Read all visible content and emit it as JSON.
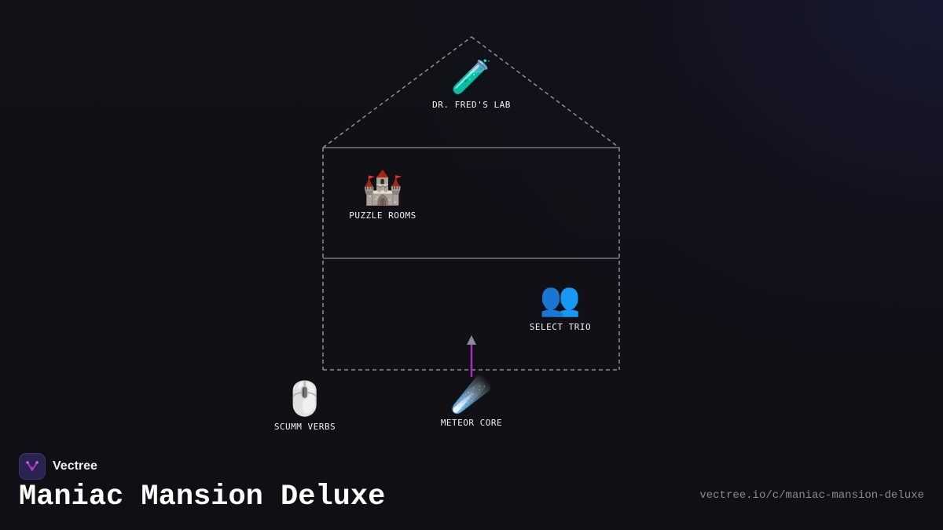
{
  "brand": {
    "name": "Vectree",
    "logo_icon": "vectree-tree-logo-icon",
    "accent_color": "#b23bc9"
  },
  "title": "Maniac Mansion Deluxe",
  "url": "vectree.io/c/maniac-mansion-deluxe",
  "colors": {
    "background": "#101016",
    "outline": "#8e8e96",
    "connector": "#b026c4",
    "arrow_head": "#8a8a92",
    "label": "#f2f2f2"
  },
  "nodes": [
    {
      "id": "lab",
      "label": "DR. FRED'S LAB",
      "icon": "test-tube-icon",
      "glyph": "🧪"
    },
    {
      "id": "puzzle",
      "label": "PUZZLE ROOMS",
      "icon": "castle-icon",
      "glyph": "🏰"
    },
    {
      "id": "trio",
      "label": "SELECT TRIO",
      "icon": "people-icon",
      "glyph": "👥"
    },
    {
      "id": "scumm",
      "label": "SCUMM VERBS",
      "icon": "mouse-icon",
      "glyph": "🖱️"
    },
    {
      "id": "meteor",
      "label": "METEOR CORE",
      "icon": "comet-icon",
      "glyph": "☄️"
    }
  ],
  "edges": [
    {
      "from": "meteor",
      "to": "house",
      "style": "arrow"
    }
  ]
}
